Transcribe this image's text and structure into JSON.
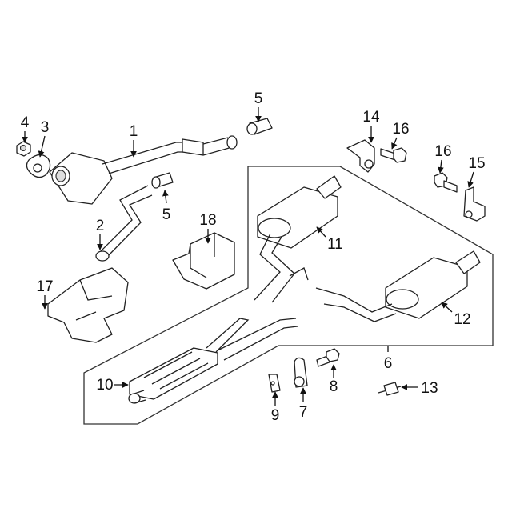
{
  "diagram": {
    "title": "Exhaust system parts diagram",
    "callouts": {
      "c1": "1",
      "c2": "2",
      "c3": "3",
      "c4": "4",
      "c5a": "5",
      "c5b": "5",
      "c6": "6",
      "c7": "7",
      "c8": "8",
      "c9": "9",
      "c10": "10",
      "c11": "11",
      "c12": "12",
      "c13": "13",
      "c14": "14",
      "c15": "15",
      "c16a": "16",
      "c16b": "16",
      "c17": "17",
      "c18": "18"
    }
  }
}
